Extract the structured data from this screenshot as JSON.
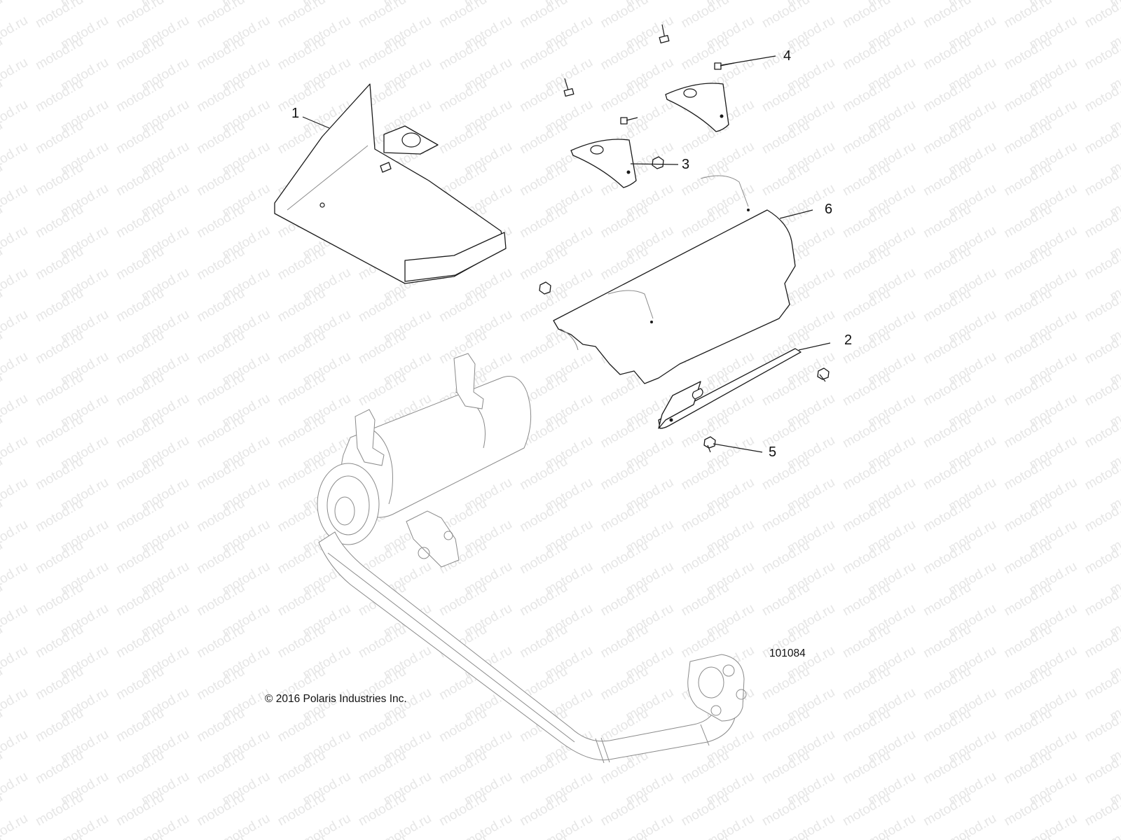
{
  "diagram": {
    "watermark_text": "motod.ru",
    "callouts": [
      {
        "id": "1",
        "label": "1"
      },
      {
        "id": "2",
        "label": "2"
      },
      {
        "id": "3",
        "label": "3"
      },
      {
        "id": "4",
        "label": "4"
      },
      {
        "id": "5",
        "label": "5"
      },
      {
        "id": "6",
        "label": "6"
      }
    ],
    "figure_number": "101084",
    "copyright": "© 2016 Polaris Industries Inc."
  }
}
